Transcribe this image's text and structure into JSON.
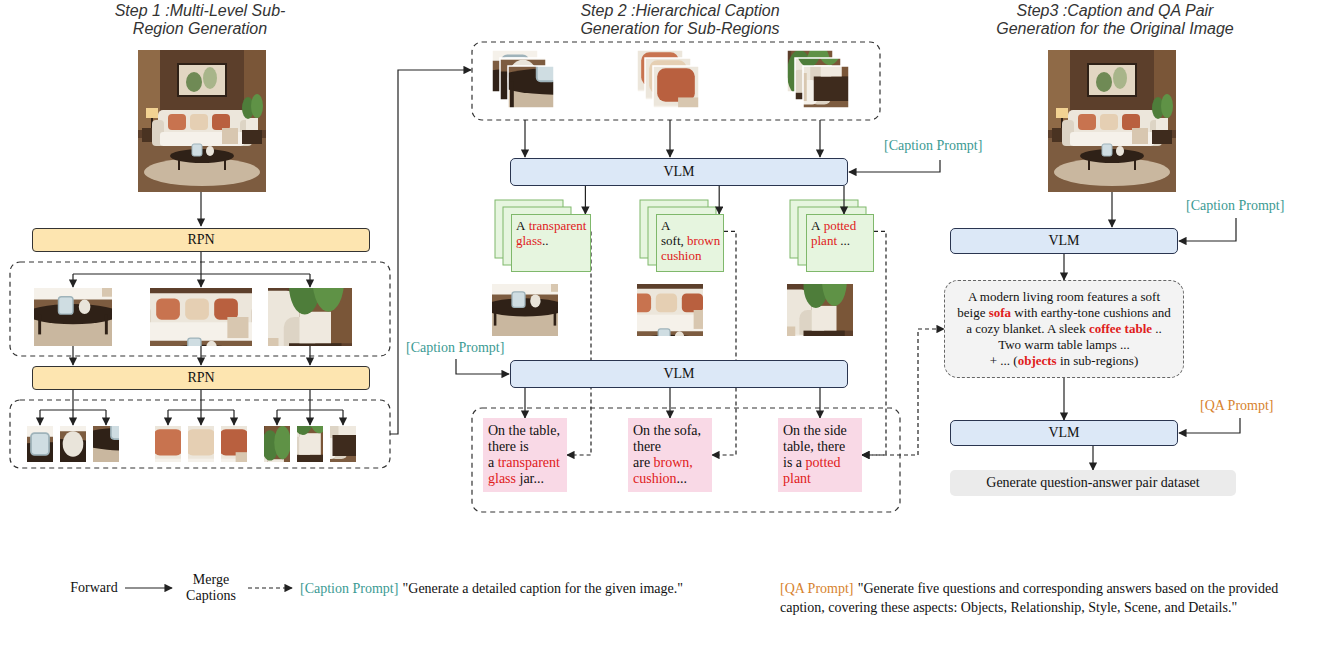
{
  "diagram": {
    "nodes": [
      {
        "text": [
          "RPN"
        ]
      },
      {
        "text": [
          "RPN"
        ]
      },
      {
        "text": [
          "VLM"
        ]
      },
      {
        "text": [
          "A",
          "transparent glass",
          ".."
        ]
      },
      {
        "text": [
          "A soft,",
          "brown cushion"
        ]
      },
      {
        "text": [
          "A",
          "potted plant",
          "..."
        ]
      },
      {
        "text": [
          "VLM"
        ]
      },
      {
        "text": [
          "On the table, there is a",
          "transparent glass",
          "jar..."
        ]
      },
      {
        "text": [
          "On the sofa, there are",
          "brown, cushion",
          "..."
        ]
      },
      {
        "text": [
          "On the side table, there is a",
          "potted plant"
        ]
      },
      {
        "text": [
          "VLM"
        ]
      },
      {
        "text": [
          "A modern living room features a soft beige",
          "sofa",
          "with earthy-tone cushions and a cozy blanket. A sleek",
          "coffee table",
          ".. Two warm table lamps ...",
          "+ ... (",
          "objects",
          "in sub-regions)"
        ]
      },
      {
        "text": [
          "VLM"
        ]
      },
      {
        "text": [
          "Generate question-answer pair dataset"
        ]
      }
    ],
    "edges": [
      {
        "from": 2,
        "to": 3,
        "arrow": "to"
      },
      {
        "from": 2,
        "to": 4,
        "arrow": "to"
      },
      {
        "from": 2,
        "to": 5,
        "arrow": "to"
      },
      {
        "from": 3,
        "to": 7,
        "arrow": "to"
      },
      {
        "from": 4,
        "to": 8,
        "arrow": "to"
      },
      {
        "from": 5,
        "to": 9,
        "arrow": "to"
      },
      {
        "from": 6,
        "to": 7,
        "arrow": "to"
      },
      {
        "from": 6,
        "to": 8,
        "arrow": "to"
      },
      {
        "from": 6,
        "to": 9,
        "arrow": "to"
      },
      {
        "from": 9,
        "to": 11,
        "arrow": "both"
      },
      {
        "from": 10,
        "to": 11,
        "arrow": "to"
      },
      {
        "from": 11,
        "to": 12,
        "arrow": "to"
      },
      {
        "from": 12,
        "to": 13,
        "arrow": "to"
      }
    ],
    "labels": [
      "Step 1 :Multi-Level Sub-Region Generation",
      "Step 2 :Hierarchical Caption Generation for Sub-Regions",
      "Step3 :Caption and QA Pair Generation for the Original Image",
      "[Caption Prompt]",
      "[Caption Prompt]",
      "[Caption Prompt]",
      "[QA Prompt]",
      "[Caption Prompt]",
      "\"Generate a detailed caption for the given image.\"",
      "[QA Prompt]",
      "\"Generate five questions and corresponding answers based on the provided caption, covering these aspects: Objects, Relationship, Style, Scene, and Details.\""
    ],
    "legend": [
      {
        "text": "Forward"
      },
      {
        "text": "Merge Captions"
      }
    ]
  }
}
